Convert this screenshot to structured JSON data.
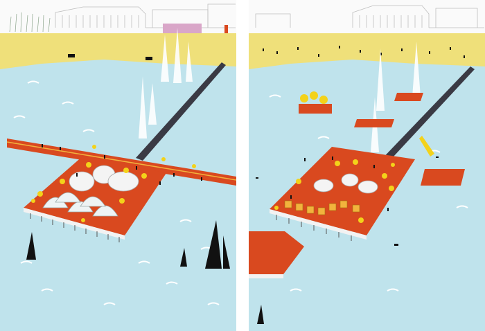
{
  "illustration": {
    "panels": [
      {
        "id": "left",
        "scene": "pier-with-greenhouses"
      },
      {
        "id": "right",
        "scene": "pier-with-floating-islands"
      }
    ],
    "colors": {
      "sea": "#bfe3ec",
      "sea_wave": "#ffffff",
      "beach": "#efe07a",
      "deck": "#d9491f",
      "deck_edge": "#f2b33d",
      "walkway": "#3a3a44",
      "tree": "#f3d21a",
      "fountain": "#ffffff",
      "sail": "#111111",
      "billboard": "#d9a6c8",
      "buildings": "#bdbdbd"
    }
  }
}
